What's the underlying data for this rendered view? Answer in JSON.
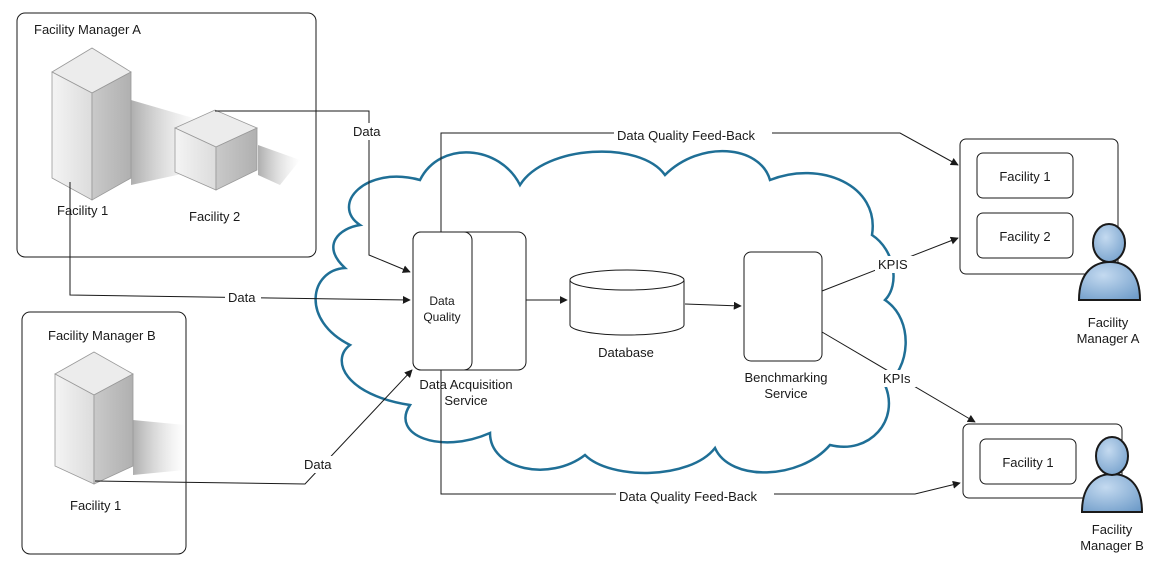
{
  "manager_a_group": {
    "title": "Facility Manager A",
    "facility_1": "Facility 1",
    "facility_2": "Facility 2"
  },
  "manager_b_group": {
    "title": "Facility Manager B",
    "facility_1": "Facility 1"
  },
  "cloud": {
    "data_quality": [
      "Data",
      "Quality"
    ],
    "acquisition_service": [
      "Data Acquisition",
      "Service"
    ],
    "database": "Database",
    "benchmarking_service": [
      "Benchmarking",
      "Service"
    ]
  },
  "edges": {
    "data_top": "Data",
    "data_mid": "Data",
    "data_bottom": "Data",
    "feedback_top": "Data Quality Feed-Back",
    "feedback_bottom": "Data Quality Feed-Back",
    "kpis_a": "KPIS",
    "kpis_b": "KPIs"
  },
  "manager_a_panel": {
    "facility_1": "Facility 1",
    "facility_2": "Facility 2",
    "name": [
      "Facility",
      "Manager A"
    ]
  },
  "manager_b_panel": {
    "facility_1": "Facility 1",
    "name": [
      "Facility",
      "Manager B"
    ]
  },
  "colors": {
    "cloud_stroke": "#1f6f96",
    "person_fill": "#8db3d9",
    "server_face": "#e2e2e2"
  },
  "icons": [
    "server-tower-icon",
    "server-cube-icon",
    "database-cylinder-icon",
    "person-icon"
  ]
}
